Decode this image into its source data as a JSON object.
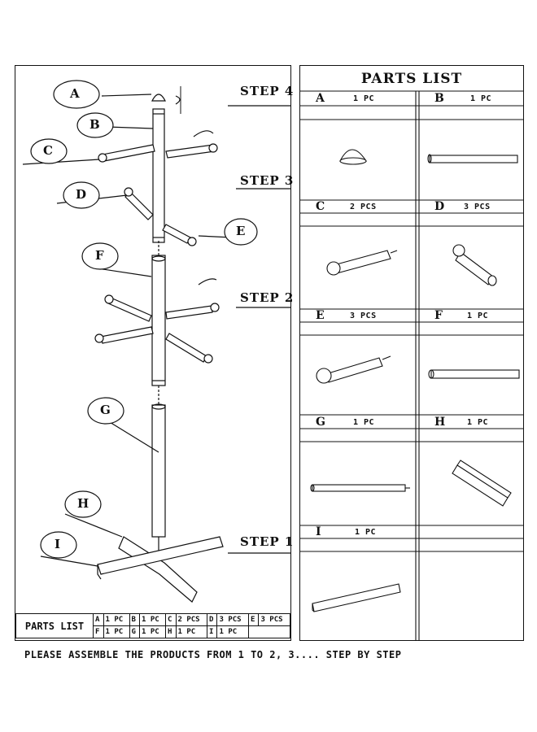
{
  "steps": [
    "STEP 4",
    "STEP 3",
    "STEP 2",
    "STEP 1"
  ],
  "callouts": [
    "A",
    "B",
    "C",
    "D",
    "E",
    "F",
    "G",
    "H",
    "I"
  ],
  "left_parts_list": {
    "title": "PARTS LIST",
    "row1": [
      {
        "part": "A",
        "qty": "1 PC"
      },
      {
        "part": "B",
        "qty": "1 PC"
      },
      {
        "part": "C",
        "qty": "2 PCS"
      },
      {
        "part": "D",
        "qty": "3 PCS"
      },
      {
        "part": "E",
        "qty": "3 PCS"
      }
    ],
    "row2": [
      {
        "part": "F",
        "qty": "1 PC"
      },
      {
        "part": "G",
        "qty": "1 PC"
      },
      {
        "part": "H",
        "qty": "1 PC"
      },
      {
        "part": "I",
        "qty": "1 PC"
      }
    ]
  },
  "right_parts_list": {
    "title": "PARTS LIST",
    "items": [
      {
        "part": "A",
        "qty": "1 PC"
      },
      {
        "part": "B",
        "qty": "1 PC"
      },
      {
        "part": "C",
        "qty": "2 PCS"
      },
      {
        "part": "D",
        "qty": "3 PCS"
      },
      {
        "part": "E",
        "qty": "3 PCS"
      },
      {
        "part": "F",
        "qty": "1 PC"
      },
      {
        "part": "G",
        "qty": "1 PC"
      },
      {
        "part": "H",
        "qty": "1 PC"
      },
      {
        "part": "I",
        "qty": "1 PC"
      }
    ]
  },
  "footer": "PLEASE ASSEMBLE THE PRODUCTS FROM 1 TO 2, 3.... STEP BY STEP"
}
